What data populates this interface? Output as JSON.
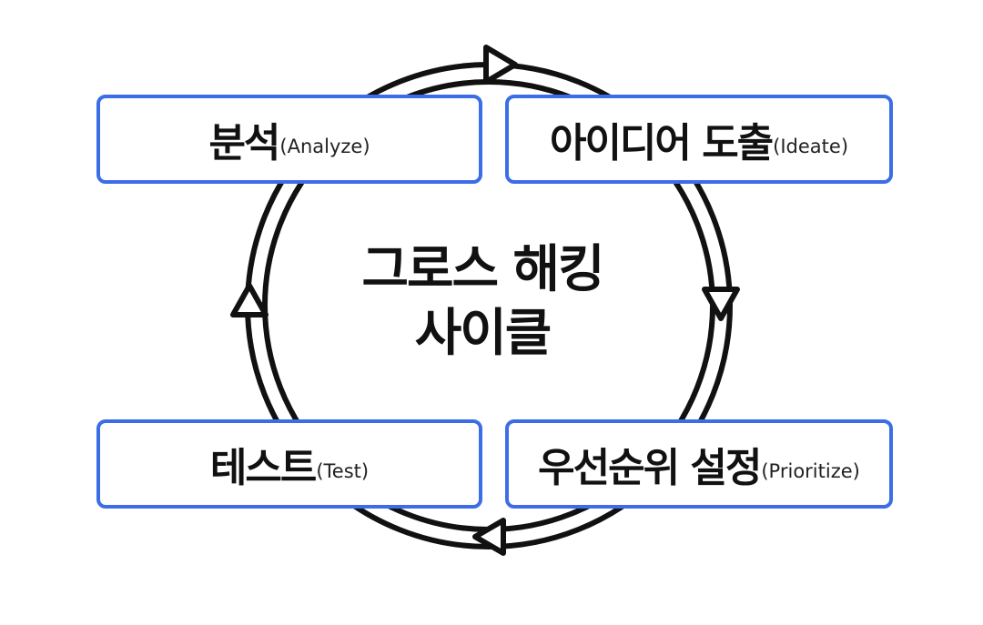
{
  "diagram": {
    "title_line1": "그로스 해킹",
    "title_line2": "사이클",
    "stages": [
      {
        "id": "analyze",
        "label_kr": "분석",
        "label_en": "(Analyze)"
      },
      {
        "id": "ideate",
        "label_kr": "아이디어 도출",
        "label_en": "(Ideate)"
      },
      {
        "id": "prioritize",
        "label_kr": "우선순위 설정",
        "label_en": "(Prioritize)"
      },
      {
        "id": "test",
        "label_kr": "테스트",
        "label_en": "(Test)"
      }
    ],
    "colors": {
      "box_border": "#3b6ee6",
      "ring": "#111111",
      "text": "#111111"
    },
    "flow_direction": "clockwise"
  }
}
